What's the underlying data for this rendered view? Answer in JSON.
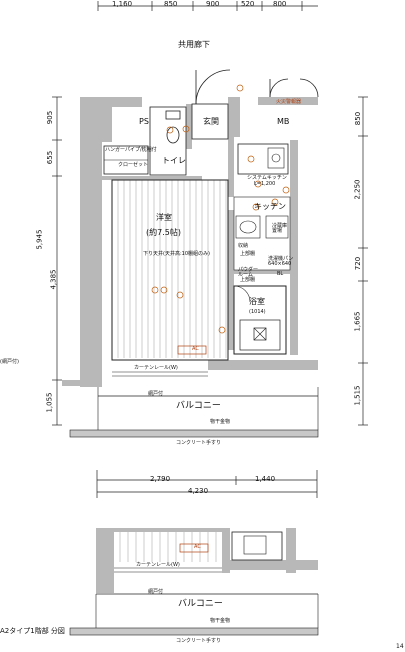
{
  "top_dims": [
    "1,160",
    "850",
    "900",
    "520",
    "800"
  ],
  "corridor_label": "共用廊下",
  "right_dims": [
    "850",
    "2,250",
    "720",
    "1,665",
    "1,515"
  ],
  "left_dims": [
    "905",
    "655",
    "5,945",
    "4,385",
    "1,055"
  ],
  "bottom_dims": {
    "left": "2,790",
    "right": "1,440",
    "total": "4,230"
  },
  "rooms": {
    "ps": "PS",
    "entrance": "玄関",
    "mb": "MB",
    "toilet": "トイレ",
    "kitchen": "キッチン",
    "system_kitchen": "システムキッチン",
    "kitchen_width": "L=1,200",
    "western": "洋室",
    "western_size": "(約7.5帖)",
    "bath": "浴室",
    "bath_size": "(1014)",
    "powder": "パウダー\nルーム",
    "balcony": "バルコニー",
    "balcony_partial": "バルコニー"
  },
  "notes": {
    "closet": "クローゼット",
    "hanger_pipe": "ハンガーパイプ/枕棚付",
    "ceiling": "下り天井(天井高:10棚組のみ)",
    "curtain_rail": "カーテンレール(W)",
    "curtain_rail_partial": "カーテンレール(W)",
    "sash": "網戸付",
    "sash_partial": "網戸付",
    "drying": "物干金物",
    "drying_partial": "物干金物",
    "handrail": "コンクリート手すり",
    "handrail_partial": "コンクリート手すり",
    "ac": "AC",
    "ac_partial": "AC",
    "fridge": "冷蔵庫\n置場",
    "washer": "洗濯機パン\n640×640",
    "washer_size": "BL",
    "storage": "収納",
    "upper_shelf": "上部棚",
    "up_shelf2": "上部棚",
    "fire_alarm": "火災警報器",
    "partial_caption": "A2タイプ1階部 分図",
    "left_margin": "(網戸付)",
    "page_num": "14"
  }
}
